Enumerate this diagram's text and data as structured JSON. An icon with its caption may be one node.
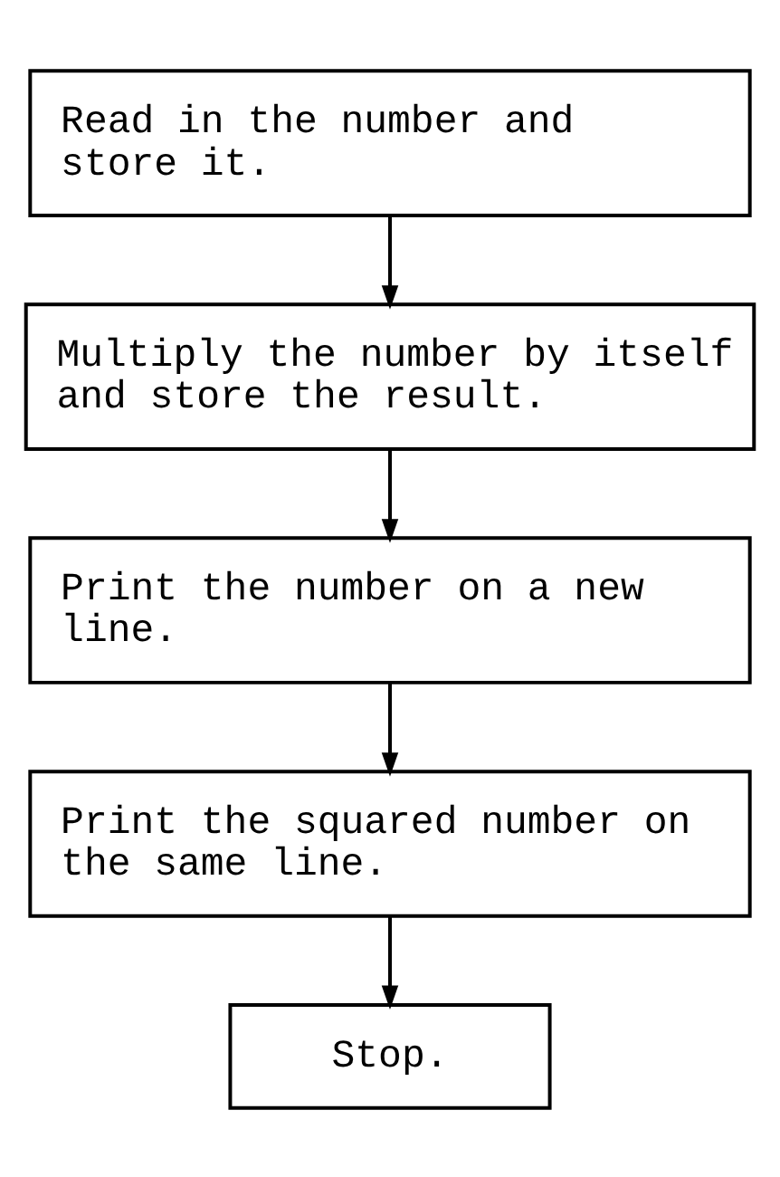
{
  "diagram": {
    "nodes": [
      {
        "text": [
          "Read in the number and store it."
        ]
      },
      {
        "text": [
          "Multiply the number by itself and store the result."
        ]
      },
      {
        "text": [
          "Print the number on a new line."
        ]
      },
      {
        "text": [
          "Print the squared number on the same line."
        ]
      },
      {
        "text": [
          "Stop."
        ]
      }
    ],
    "edges": [
      {
        "from": 0,
        "to": 1,
        "arrow": "to"
      },
      {
        "from": 1,
        "to": 2,
        "arrow": "to"
      },
      {
        "from": 2,
        "to": 3,
        "arrow": "to"
      },
      {
        "from": 3,
        "to": 4,
        "arrow": "to"
      }
    ]
  }
}
